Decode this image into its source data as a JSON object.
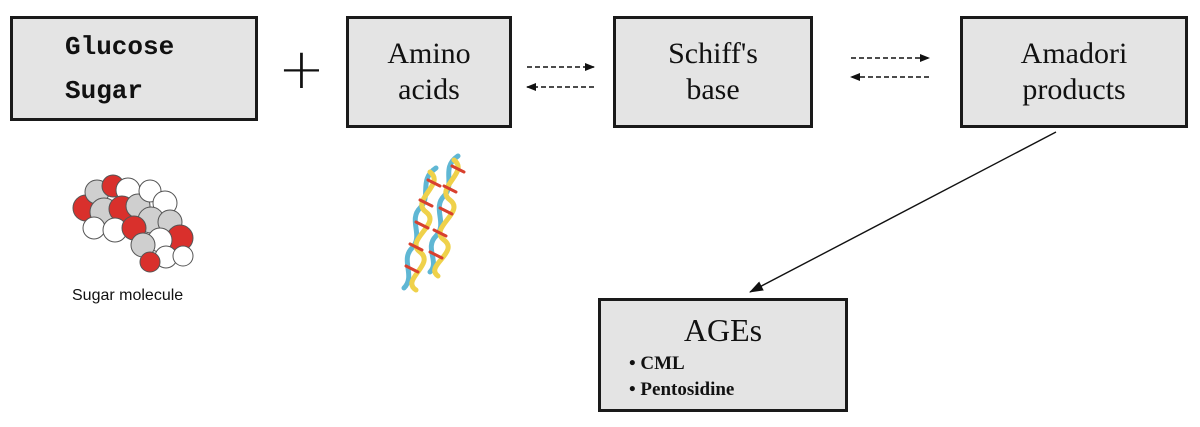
{
  "reactants": {
    "glucose": {
      "lines": [
        "Glucose",
        "Sugar"
      ]
    },
    "plus": "+",
    "amino": {
      "lines": [
        "Amino",
        "acids"
      ]
    }
  },
  "intermediates": {
    "schiff": {
      "lines": [
        "Schiff's",
        "base"
      ]
    },
    "amadori": {
      "lines": [
        "Amadori",
        "products"
      ]
    }
  },
  "ages": {
    "title": "AGEs",
    "items": [
      "• CML",
      "• Pentosidine"
    ]
  },
  "illustrations": {
    "sugar_caption": "Sugar molecule",
    "sugar_icon": "sugar-molecule-icon",
    "dna_icon": "dna-helix-icon"
  },
  "colors": {
    "box_fill": "#e4e4e4",
    "box_border": "#1a1a1a",
    "atom_red": "#d9302c",
    "atom_grey": "#cfcfcf",
    "helix_blue": "#5fb7d4",
    "helix_yellow": "#efd14a",
    "helix_red": "#d8402e"
  }
}
